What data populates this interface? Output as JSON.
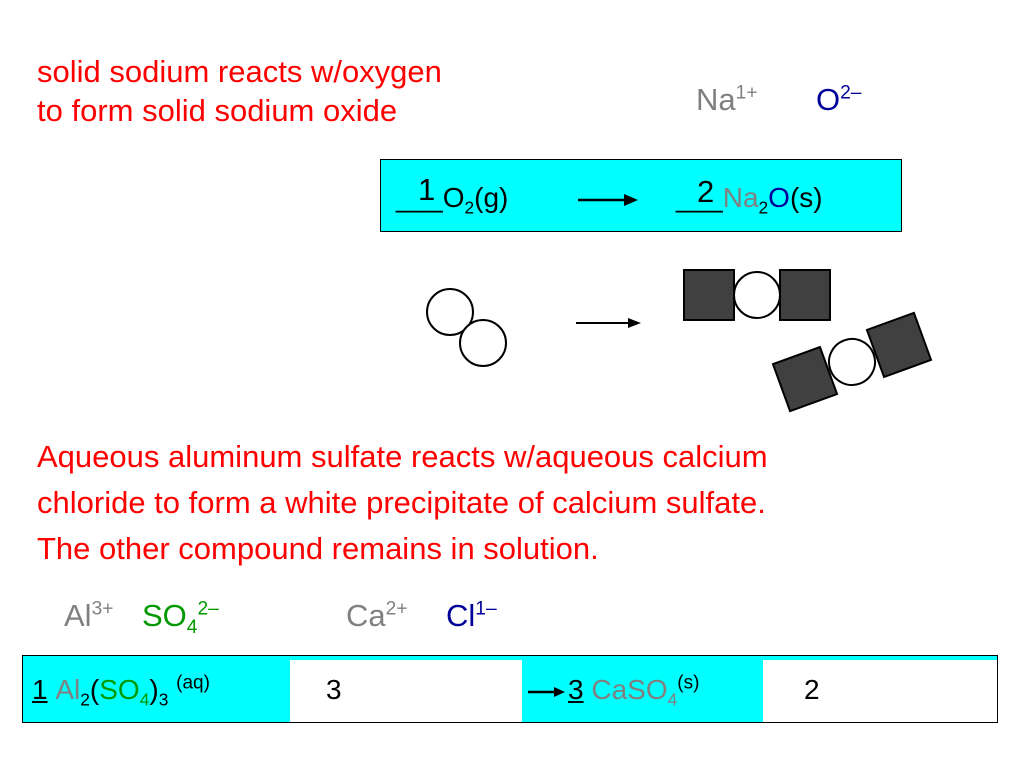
{
  "problem1": {
    "line1": "solid sodium reacts w/oxygen",
    "line2": "to form solid sodium oxide",
    "ions": {
      "cation": {
        "symbol": "Na",
        "charge": "1+"
      },
      "anion": {
        "symbol": "O",
        "charge": "2–"
      }
    },
    "equation": {
      "blank": "___",
      "coef_left": "1",
      "reactant_symbol": "O",
      "reactant_sub": "2",
      "reactant_state": "(g)",
      "coef_right": "2",
      "product_na": "Na",
      "product_sub": "2",
      "product_o": "O",
      "product_state": "(s)"
    }
  },
  "problem2": {
    "line1": "Aqueous aluminum sulfate reacts w/aqueous calcium",
    "line2": "chloride to form a white precipitate of calcium sulfate.",
    "line3": "The other compound remains in solution.",
    "ions": [
      {
        "symbol": "Al",
        "charge": "3+"
      },
      {
        "symbol": "SO",
        "sub": "4",
        "charge": "2–"
      },
      {
        "symbol": "Ca",
        "charge": "2+"
      },
      {
        "symbol": "Cl",
        "charge": "1–"
      }
    ],
    "equation": {
      "coef1": "1",
      "al": "Al",
      "al_sub": "2",
      "open_paren": "(",
      "so": "SO",
      "so_sub": "4",
      "close_paren": ")",
      "group_sub": "3",
      "state1": "(aq)",
      "coef2": "3",
      "coef3": "3",
      "caso": "CaSO",
      "caso_sub": "4",
      "state3": "(s)",
      "coef4": "2"
    }
  },
  "colors": {
    "prompt_text": "#ff0000",
    "cation": "#808080",
    "anion": "#000099",
    "polyatomic": "#009900",
    "equation_box": "#00ffff",
    "particle_fill": "#404040"
  },
  "icons": [
    "reaction-arrow-icon",
    "oxygen-molecule-icon",
    "sodium-oxide-unit-icon"
  ]
}
